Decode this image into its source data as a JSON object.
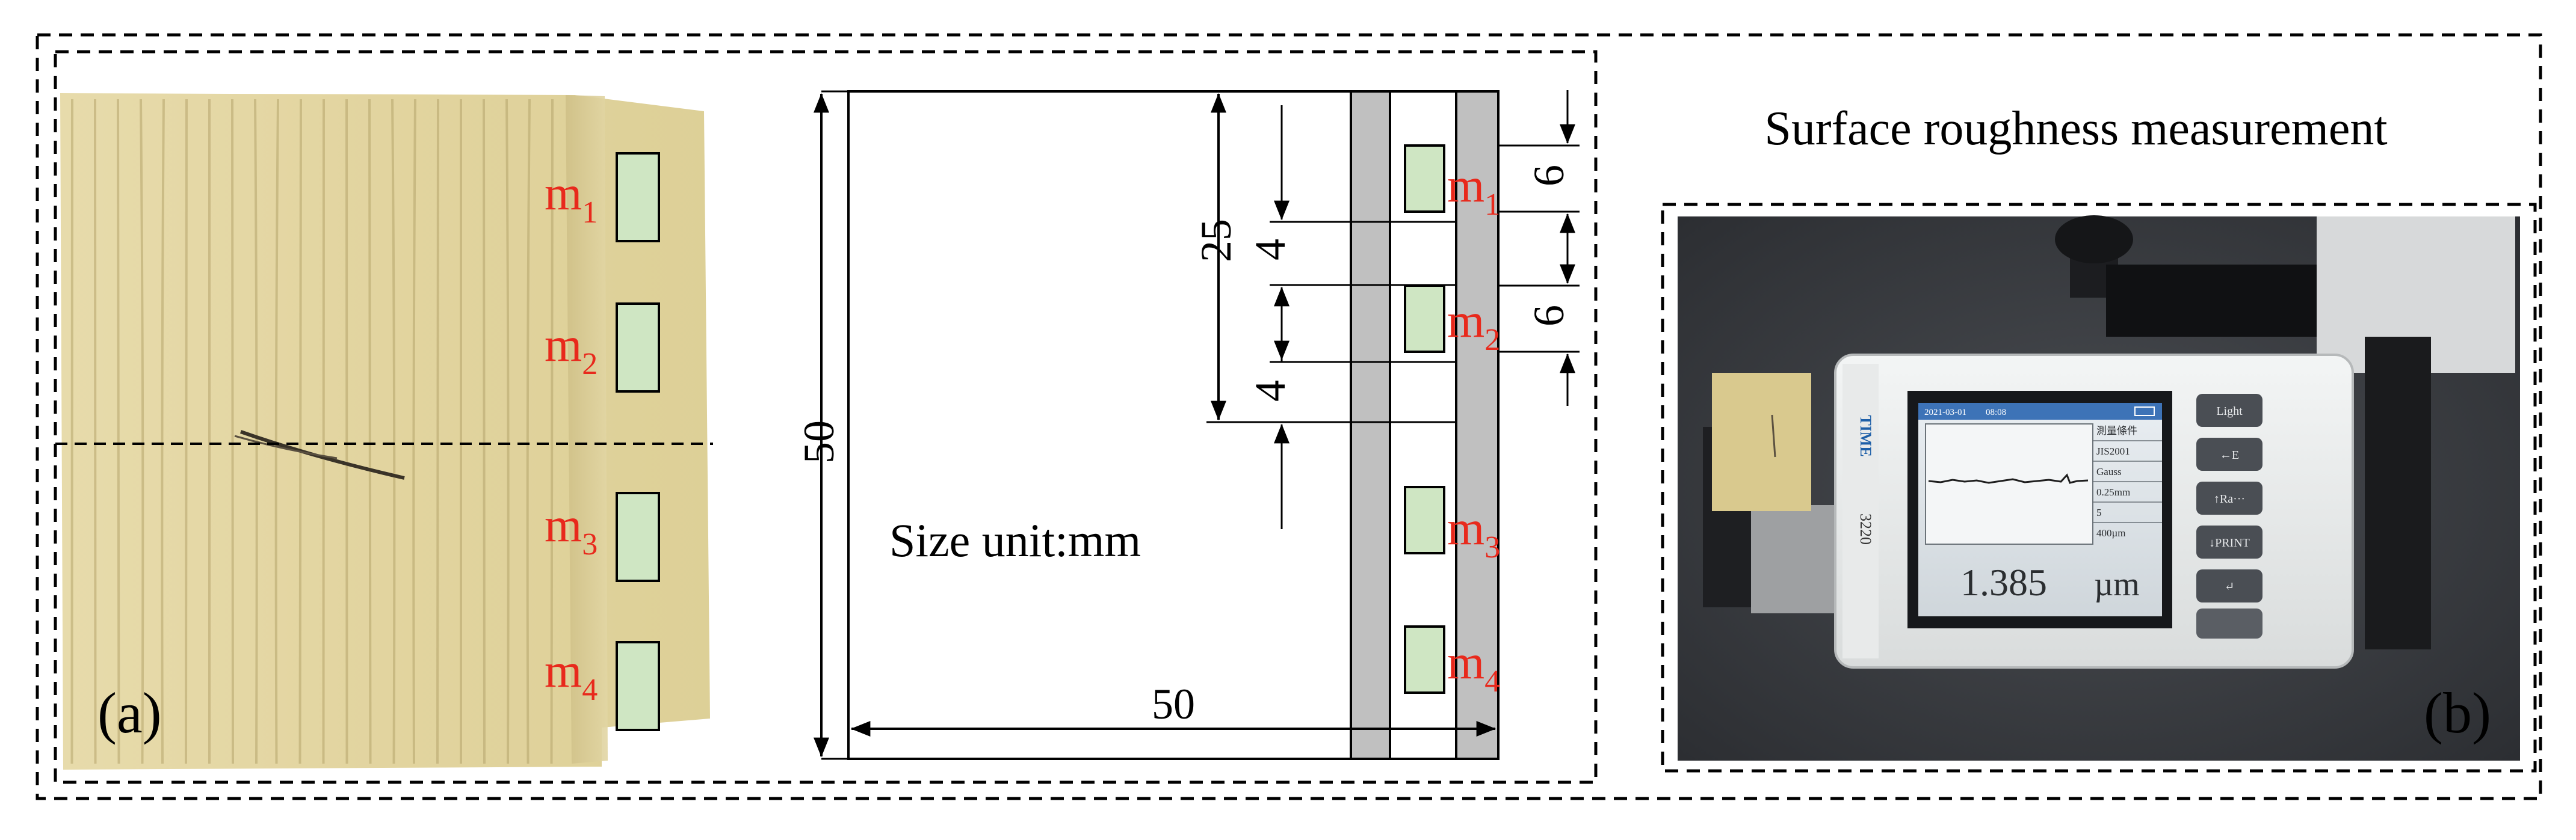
{
  "panel_a": {
    "label": "(a)",
    "size_note": "Size unit:mm",
    "markers": [
      {
        "name": "m",
        "sub": "1"
      },
      {
        "name": "m",
        "sub": "2"
      },
      {
        "name": "m",
        "sub": "3"
      },
      {
        "name": "m",
        "sub": "4"
      }
    ],
    "dimensions": {
      "total_height": "50",
      "total_width": "50",
      "upper_span": "25",
      "gap_1": "4",
      "gap_2": "4",
      "sample_h_1": "6",
      "sample_h_2": "6"
    }
  },
  "panel_b": {
    "label": "(b)",
    "title": "Surface roughness measurement",
    "device": {
      "brand": "TIME",
      "model": "3220",
      "date": "2021-03-01",
      "time": "08:08",
      "reading": "1.385",
      "unit": "µm",
      "params": [
        "測量條件",
        "JIS2001",
        "Gauss",
        "0.25mm",
        "5",
        "400µm"
      ],
      "buttons": [
        "Light",
        "←E",
        "↑Ra···",
        "↓PRINT",
        "↵",
        ""
      ]
    }
  },
  "colors": {
    "marker_text": "#e8291c",
    "marker_fill": "#cfe6c3",
    "strip_fill": "#c0c0c0",
    "wood": "#e3d6a2"
  }
}
